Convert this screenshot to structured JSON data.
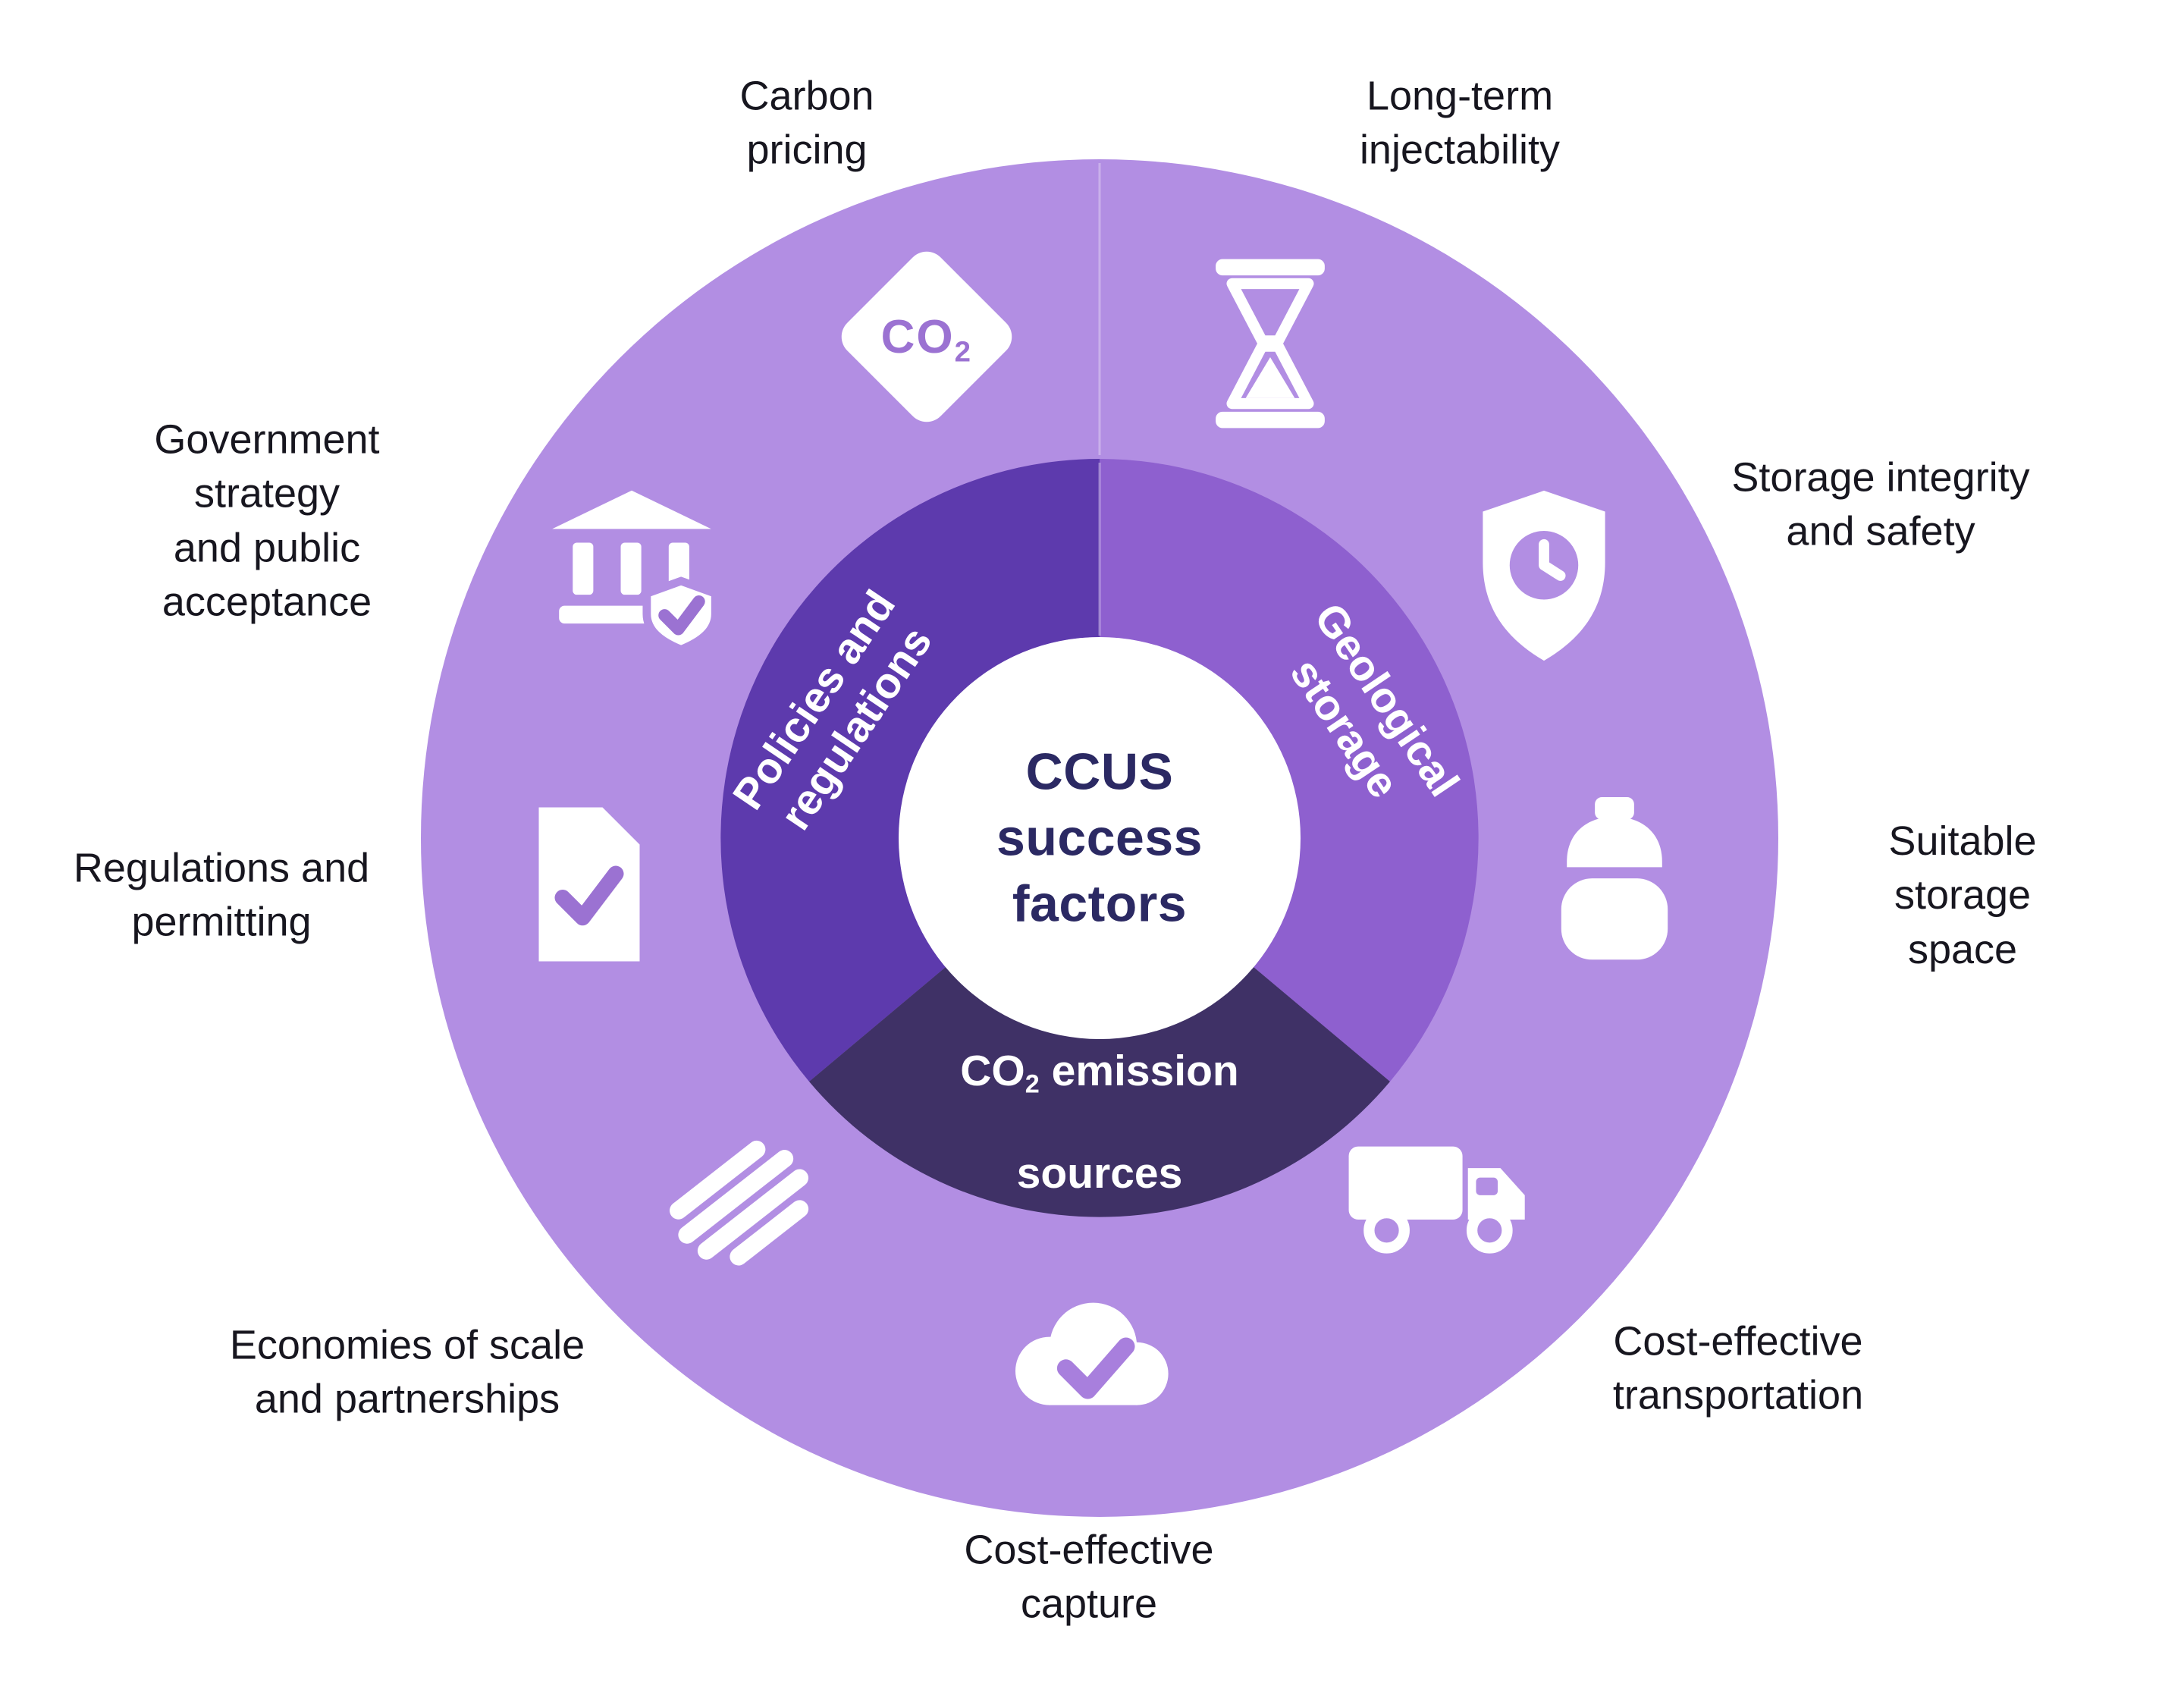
{
  "title": "CCUS success factors",
  "colors": {
    "outer_ring": "#b28ee3",
    "segment_policies": "#5d3aad",
    "segment_geological": "#8e60cf",
    "segment_emissions": "#3f3166",
    "center_text": "#2b2963",
    "label_text": "#17161f",
    "icon_fill": "#ffffff",
    "icon_accent": "#9b72d2"
  },
  "center_label": {
    "text": "CCUS\nsuccess\nfactors"
  },
  "segments": {
    "policies": {
      "label": "Policies and\nregulations"
    },
    "geological": {
      "label": "Geological\nstorage"
    },
    "emissions": {
      "pre": "CO",
      "sub": "2",
      "post": " emission",
      "line2": "sources"
    }
  },
  "icons": {
    "co2_badge": {
      "pre": "CO",
      "sub": "2"
    }
  },
  "outer_labels": [
    {
      "id": "carbon-pricing",
      "text": "Carbon\npricing"
    },
    {
      "id": "long-term-injectability",
      "text": "Long-term\ninjectability"
    },
    {
      "id": "storage-integrity-and-safety",
      "text": "Storage integrity\nand safety"
    },
    {
      "id": "suitable-storage-space",
      "text": "Suitable storage\nspace"
    },
    {
      "id": "cost-effective-transportation",
      "text": "Cost-effective\ntransportation"
    },
    {
      "id": "cost-effective-capture",
      "text": "Cost-effective\ncapture"
    },
    {
      "id": "economies-of-scale",
      "text": "Economies of scale\nand partnerships"
    },
    {
      "id": "regulations-and-permitting",
      "text": "Regulations and\npermitting"
    },
    {
      "id": "government-strategy",
      "text": "Government\nstrategy\nand public\nacceptance"
    }
  ]
}
